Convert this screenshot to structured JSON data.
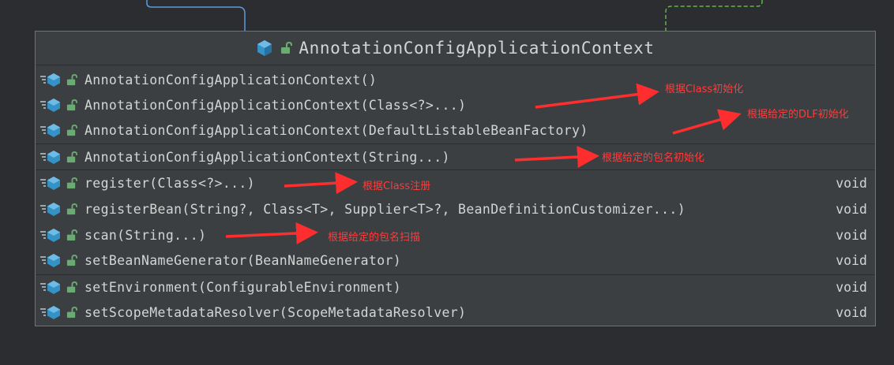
{
  "class_node": {
    "name": "AnnotationConfigApplicationContext",
    "icon": "class-icon",
    "visibility_icon": "unlock-icon"
  },
  "members": [
    {
      "signature": "AnnotationConfigApplicationContext()",
      "return_type": ""
    },
    {
      "signature": "AnnotationConfigApplicationContext(Class<?>...)",
      "return_type": ""
    },
    {
      "signature": "AnnotationConfigApplicationContext(DefaultListableBeanFactory)",
      "return_type": ""
    },
    {
      "signature": "AnnotationConfigApplicationContext(String...)",
      "return_type": ""
    },
    {
      "signature": "register(Class<?>...)",
      "return_type": "void"
    },
    {
      "signature": "registerBean(String?, Class<T>, Supplier<T>?, BeanDefinitionCustomizer...)",
      "return_type": "void"
    },
    {
      "signature": "scan(String...)",
      "return_type": "void"
    },
    {
      "signature": "setBeanNameGenerator(BeanNameGenerator)",
      "return_type": "void"
    },
    {
      "signature": "setEnvironment(ConfigurableEnvironment)",
      "return_type": "void"
    },
    {
      "signature": "setScopeMetadataResolver(ScopeMetadataResolver)",
      "return_type": "void"
    }
  ],
  "annotations": [
    {
      "text": "根据Class初始化",
      "target_member": 1
    },
    {
      "text": "根据给定的DLF初始化",
      "target_member": 2
    },
    {
      "text": "根据给定的包名初始化",
      "target_member": 3
    },
    {
      "text": "根据Class注册",
      "target_member": 4
    },
    {
      "text": "根据给定的包名扫描",
      "target_member": 6
    }
  ],
  "colors": {
    "background": "#2b2d30",
    "box": "#3c3f41",
    "text": "#d4d4d4",
    "annotation": "#ff3b3b",
    "class_icon": "#3592c4",
    "lock_icon": "#6aab73",
    "connector_blue": "#5a9be0",
    "connector_green": "#62b543"
  }
}
